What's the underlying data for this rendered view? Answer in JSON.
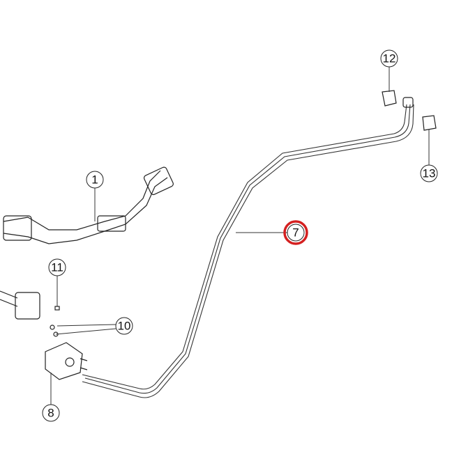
{
  "diagram": {
    "callouts": [
      {
        "id": "1",
        "label": "1"
      },
      {
        "id": "7",
        "label": "7",
        "highlighted": true
      },
      {
        "id": "8",
        "label": "8"
      },
      {
        "id": "10",
        "label": "10"
      },
      {
        "id": "11",
        "label": "11"
      },
      {
        "id": "12",
        "label": "12"
      },
      {
        "id": "13",
        "label": "13"
      }
    ],
    "highlight_color": "#d42020"
  }
}
